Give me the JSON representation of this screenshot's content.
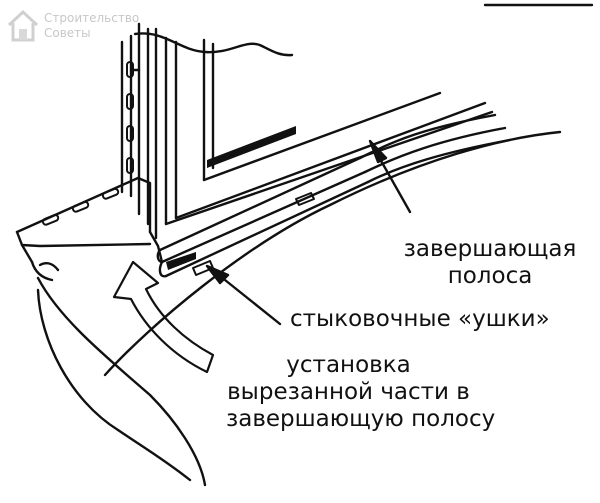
{
  "watermark": {
    "line1": "Строительство",
    "line2": "Советы",
    "icon": "house-logo-icon"
  },
  "labels": {
    "finishing_strip": [
      "завершающая",
      "полоса"
    ],
    "docking_tabs": "стыковочные «ушки»",
    "installation": [
      "установка",
      "вырезанной части в",
      "завершающую полосу"
    ]
  },
  "colors": {
    "ink": "#111111",
    "watermark": "#9a9a9a",
    "background": "#ffffff"
  }
}
